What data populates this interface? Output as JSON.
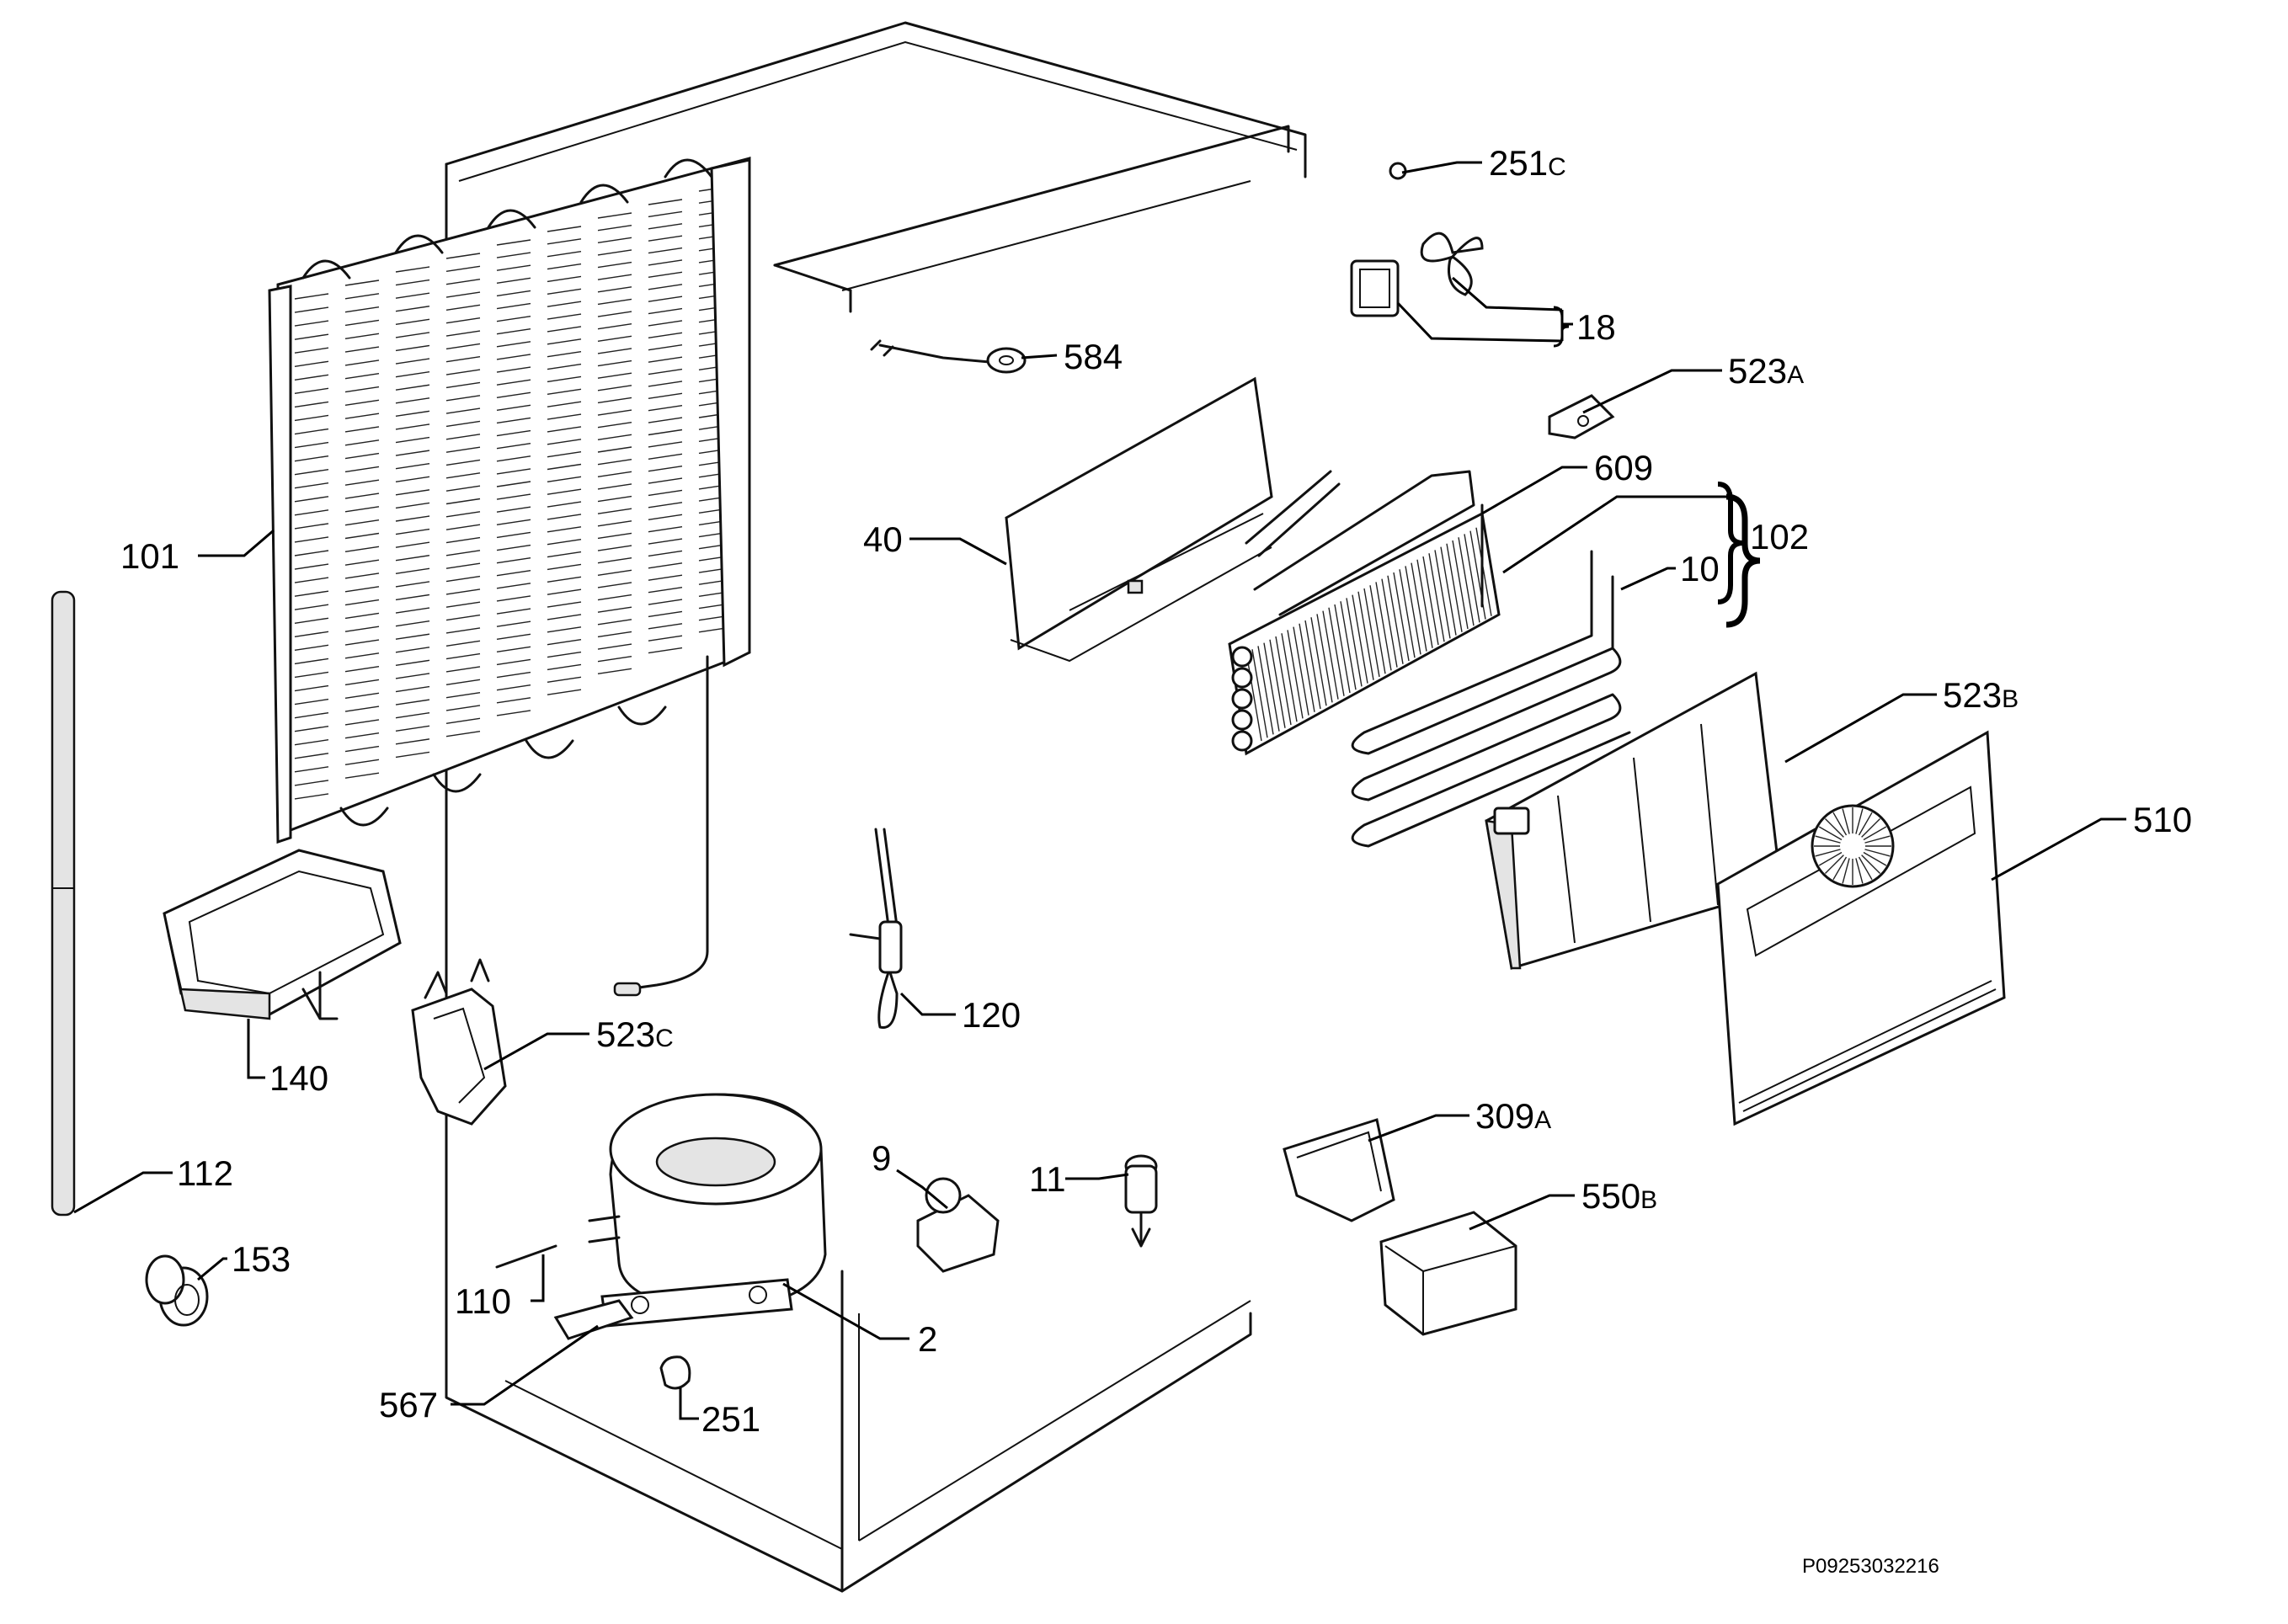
{
  "parts": [
    {
      "id": "251c",
      "number": "251",
      "suffix": "C"
    },
    {
      "id": "18",
      "number": "18",
      "suffix": ""
    },
    {
      "id": "584",
      "number": "584",
      "suffix": ""
    },
    {
      "id": "523a",
      "number": "523",
      "suffix": "A"
    },
    {
      "id": "609",
      "number": "609",
      "suffix": ""
    },
    {
      "id": "102",
      "number": "102",
      "suffix": ""
    },
    {
      "id": "10",
      "number": "10",
      "suffix": ""
    },
    {
      "id": "40",
      "number": "40",
      "suffix": ""
    },
    {
      "id": "101",
      "number": "101",
      "suffix": ""
    },
    {
      "id": "523b",
      "number": "523",
      "suffix": "B"
    },
    {
      "id": "510",
      "number": "510",
      "suffix": ""
    },
    {
      "id": "120",
      "number": "120",
      "suffix": ""
    },
    {
      "id": "140",
      "number": "140",
      "suffix": ""
    },
    {
      "id": "523c",
      "number": "523",
      "suffix": "C"
    },
    {
      "id": "309a",
      "number": "309",
      "suffix": "A"
    },
    {
      "id": "112",
      "number": "112",
      "suffix": ""
    },
    {
      "id": "9",
      "number": "9",
      "suffix": ""
    },
    {
      "id": "11",
      "number": "11",
      "suffix": ""
    },
    {
      "id": "550b",
      "number": "550",
      "suffix": "B"
    },
    {
      "id": "153",
      "number": "153",
      "suffix": ""
    },
    {
      "id": "110",
      "number": "110",
      "suffix": ""
    },
    {
      "id": "2",
      "number": "2",
      "suffix": ""
    },
    {
      "id": "567",
      "number": "567",
      "suffix": ""
    },
    {
      "id": "251",
      "number": "251",
      "suffix": ""
    }
  ],
  "drawing_code": "P09253032216",
  "colors": {
    "line": "#111111",
    "background": "#ffffff"
  }
}
